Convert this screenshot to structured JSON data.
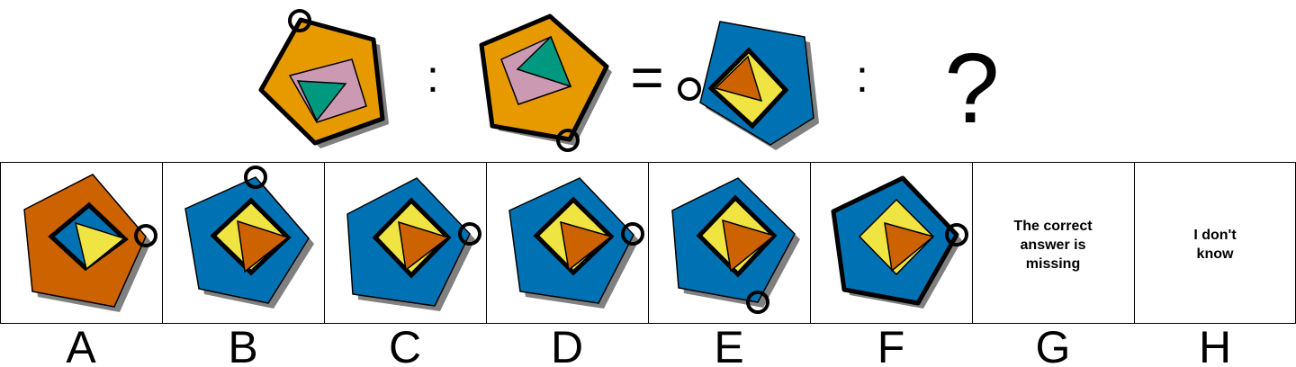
{
  "puzzle": {
    "colon_1": ":",
    "equals": "=",
    "colon_2": ":",
    "question_mark": "?"
  },
  "colors": {
    "orange": "#e69a00",
    "burnt_orange": "#cc6200",
    "blue": "#0072b3",
    "pink": "#cc99b3",
    "green": "#009980",
    "yellow": "#f0e442",
    "shadow": "#808080",
    "outline": "#000000"
  },
  "options": [
    {
      "letter": "A"
    },
    {
      "letter": "B"
    },
    {
      "letter": "C"
    },
    {
      "letter": "D"
    },
    {
      "letter": "E"
    },
    {
      "letter": "F"
    },
    {
      "letter": "G",
      "text_lines": [
        "The correct",
        "answer is",
        "missing"
      ]
    },
    {
      "letter": "H",
      "text_lines": [
        "I don't",
        "know"
      ]
    }
  ]
}
